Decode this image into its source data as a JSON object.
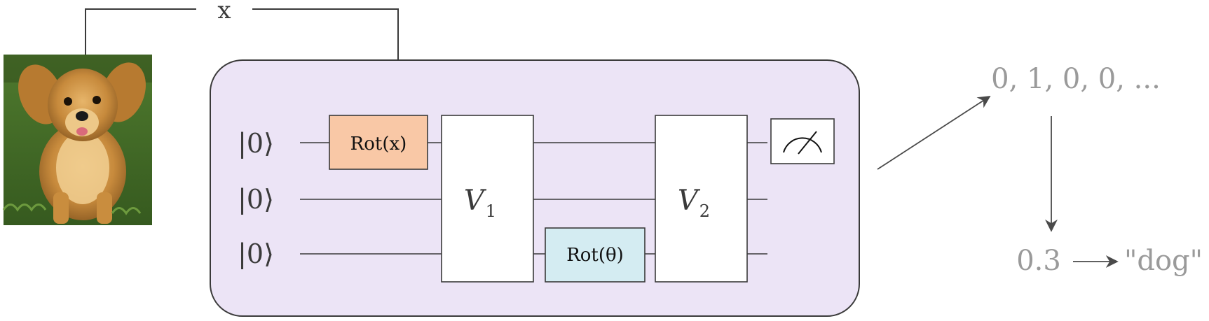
{
  "input": {
    "label": "x",
    "image_alt": "photo of a small golden dog sitting on grass"
  },
  "circuit": {
    "qubits": [
      {
        "label": "|0⟩"
      },
      {
        "label": "|0⟩"
      },
      {
        "label": "|0⟩"
      }
    ],
    "gates": {
      "encoding": {
        "label": "Rot(x)",
        "color": "#f9c8a6"
      },
      "layer1": {
        "main": "V",
        "sub": "1"
      },
      "trainable": {
        "label": "Rot(θ)",
        "color": "#d4ecf2"
      },
      "layer2": {
        "main": "V",
        "sub": "2"
      },
      "measurement": {
        "icon": "meter-icon"
      }
    },
    "background_color": "#ece4f6"
  },
  "output": {
    "samples": "0, 1, 0, 0, ...",
    "expectation": "0.3",
    "prediction": "\"dog\""
  }
}
